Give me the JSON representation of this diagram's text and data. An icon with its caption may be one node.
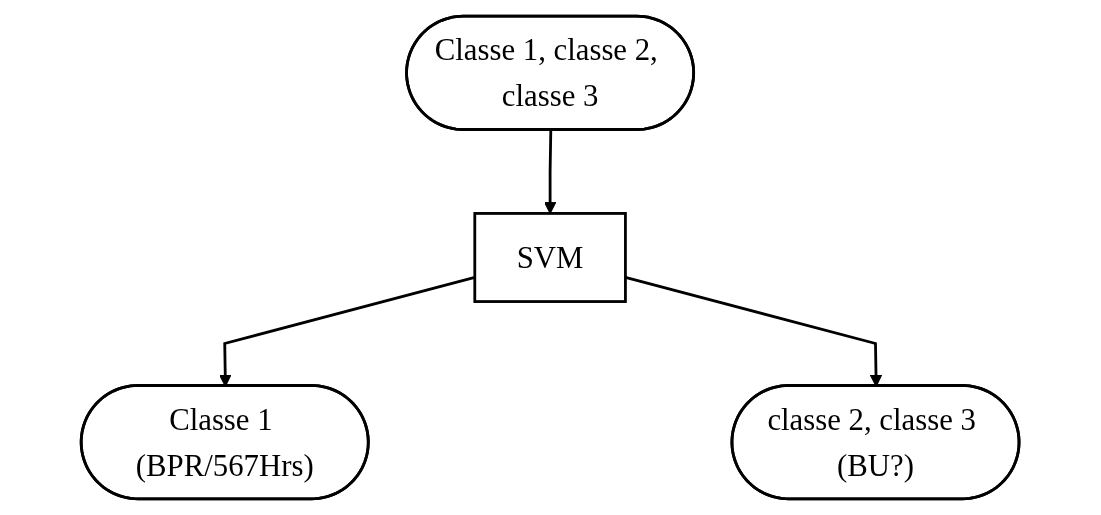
{
  "diagram": {
    "nodes": [
      {
        "text": [
          "Classe 1, classe 2, classe 3"
        ]
      },
      {
        "text": [
          "SVM"
        ]
      },
      {
        "text": [
          "Classe 1 (BPR/567Hrs)"
        ]
      },
      {
        "text": [
          "classe 2, classe 3 (BU?)"
        ]
      }
    ],
    "edges": [
      {
        "from": 0,
        "to": 1,
        "arrow": "to"
      },
      {
        "from": 1,
        "to": 2,
        "arrow": "to"
      },
      {
        "from": 1,
        "to": 3,
        "arrow": "to"
      }
    ]
  }
}
